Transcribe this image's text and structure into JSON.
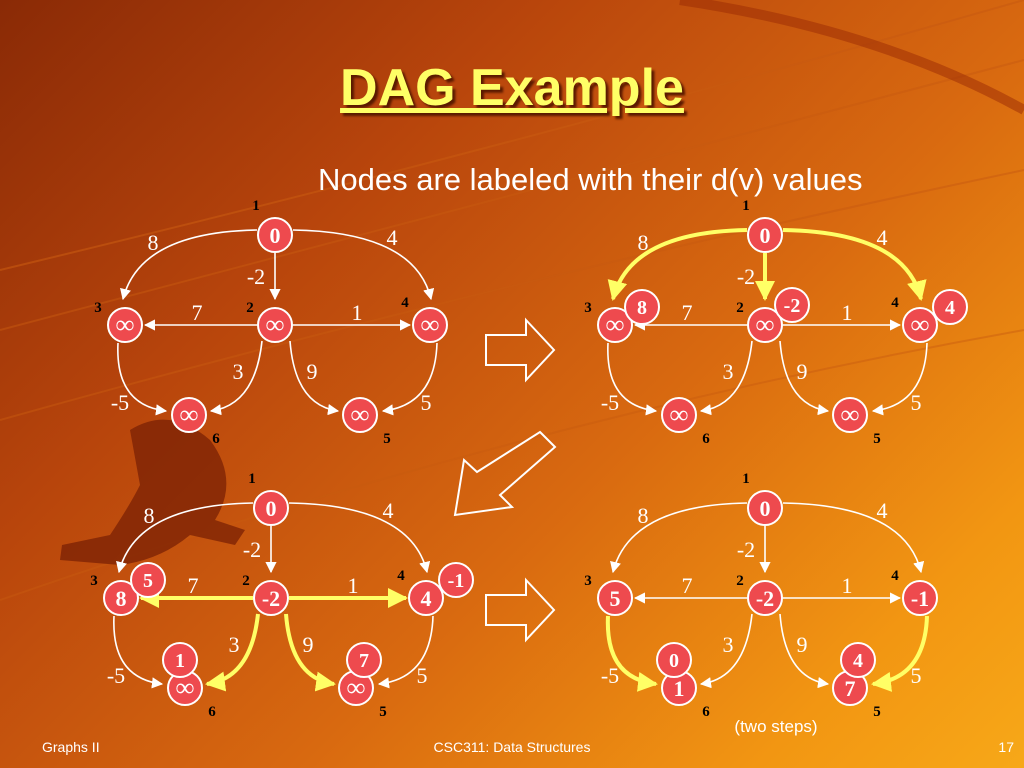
{
  "slide": {
    "title": "DAG Example",
    "subtitle": "Nodes are labeled with their d(v) values",
    "footer_left": "Graphs II",
    "footer_center": "CSC311: Data Structures",
    "footer_right": "17"
  },
  "colors": {
    "node_fill": "#ee4a4e",
    "node_stroke": "#ffffff",
    "edge": "#ffffff",
    "highlight_edge": "#ffff66",
    "title": "#ffff66"
  },
  "graph": {
    "edges": [
      {
        "from": "1",
        "to": "3",
        "weight": "8"
      },
      {
        "from": "1",
        "to": "4",
        "weight": "4"
      },
      {
        "from": "1",
        "to": "2",
        "weight": "-2"
      },
      {
        "from": "2",
        "to": "3",
        "weight": "7"
      },
      {
        "from": "2",
        "to": "4",
        "weight": "1"
      },
      {
        "from": "2",
        "to": "6",
        "weight": "3"
      },
      {
        "from": "2",
        "to": "5",
        "weight": "9"
      },
      {
        "from": "3",
        "to": "6",
        "weight": "-5"
      },
      {
        "from": "4",
        "to": "5",
        "weight": "5"
      }
    ]
  },
  "panels": [
    {
      "node_values": {
        "1": "0",
        "2": "∞",
        "3": "∞",
        "4": "∞",
        "5": "∞",
        "6": "∞"
      },
      "badges": {},
      "highlight": []
    },
    {
      "node_values": {
        "1": "0",
        "2": "∞",
        "3": "∞",
        "4": "∞",
        "5": "∞",
        "6": "∞"
      },
      "badges": {
        "2": "-2",
        "3": "8",
        "4": "4"
      },
      "highlight": [
        "1-3",
        "1-2",
        "1-4"
      ]
    },
    {
      "node_values": {
        "1": "0",
        "2": "-2",
        "3": "8",
        "4": "4",
        "5": "∞",
        "6": "∞"
      },
      "badges": {
        "3": "5",
        "4": "-1",
        "6": "1",
        "5": "7"
      },
      "highlight": [
        "2-3",
        "2-4",
        "2-6",
        "2-5"
      ]
    },
    {
      "node_values": {
        "1": "0",
        "2": "-2",
        "3": "5",
        "4": "-1",
        "5": "7",
        "6": "1"
      },
      "badges": {
        "6": "0",
        "5": "4"
      },
      "highlight": [
        "3-6",
        "4-5"
      ],
      "note": "(two steps)"
    }
  ]
}
